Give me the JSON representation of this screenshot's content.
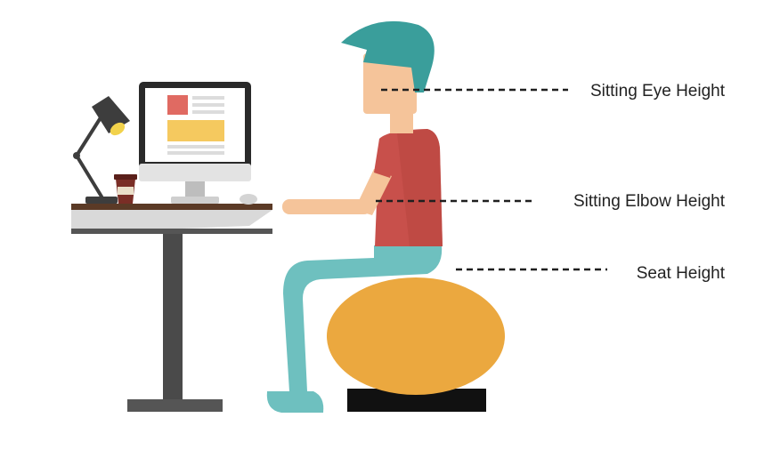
{
  "labels": {
    "eye": "Sitting Eye Height",
    "elbow": "Sitting Elbow Height",
    "seat": "Seat Height"
  },
  "colors": {
    "hair": "#3a9e9b",
    "skin": "#f5c49a",
    "shirt": "#c8504b",
    "pants": "#6ec0bf",
    "ball": "#eba83f",
    "ball_base": "#111111",
    "desk_top": "#5b3a26",
    "desk_frame": "#555555",
    "monitor": "#2a2a2a",
    "lamp": "#3d3d3d",
    "dash": "#1f1f1f",
    "text": "#222222"
  }
}
